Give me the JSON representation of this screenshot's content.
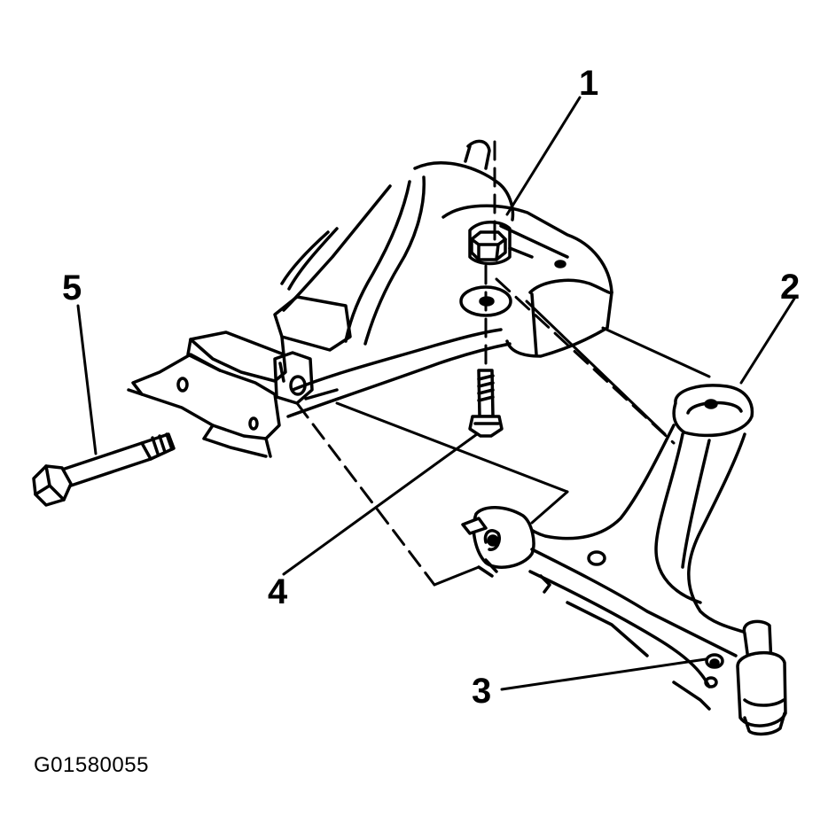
{
  "figure": {
    "id": "G01580055",
    "colors": {
      "line": "#000000",
      "background": "#ffffff"
    }
  },
  "callouts": [
    {
      "number": "1",
      "part": "nut"
    },
    {
      "number": "2",
      "part": "rear-bushing"
    },
    {
      "number": "3",
      "part": "ball-joint"
    },
    {
      "number": "4",
      "part": "vertical-bolt"
    },
    {
      "number": "5",
      "part": "horizontal-bolt"
    }
  ]
}
